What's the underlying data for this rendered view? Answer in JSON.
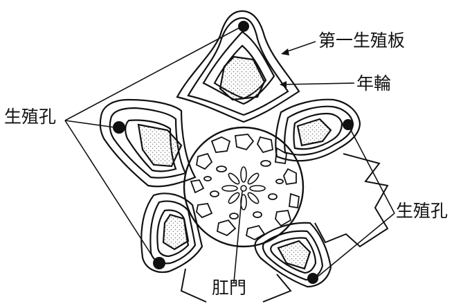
{
  "labels": {
    "first_genital_plate": "第一生殖板",
    "growth_ring": "年輪",
    "genital_pore_left": "生殖孔",
    "genital_pore_right": "生殖孔",
    "anus": "肛門"
  },
  "colors": {
    "ink": "#111111",
    "stipple": "#777777",
    "background": "#ffffff"
  }
}
